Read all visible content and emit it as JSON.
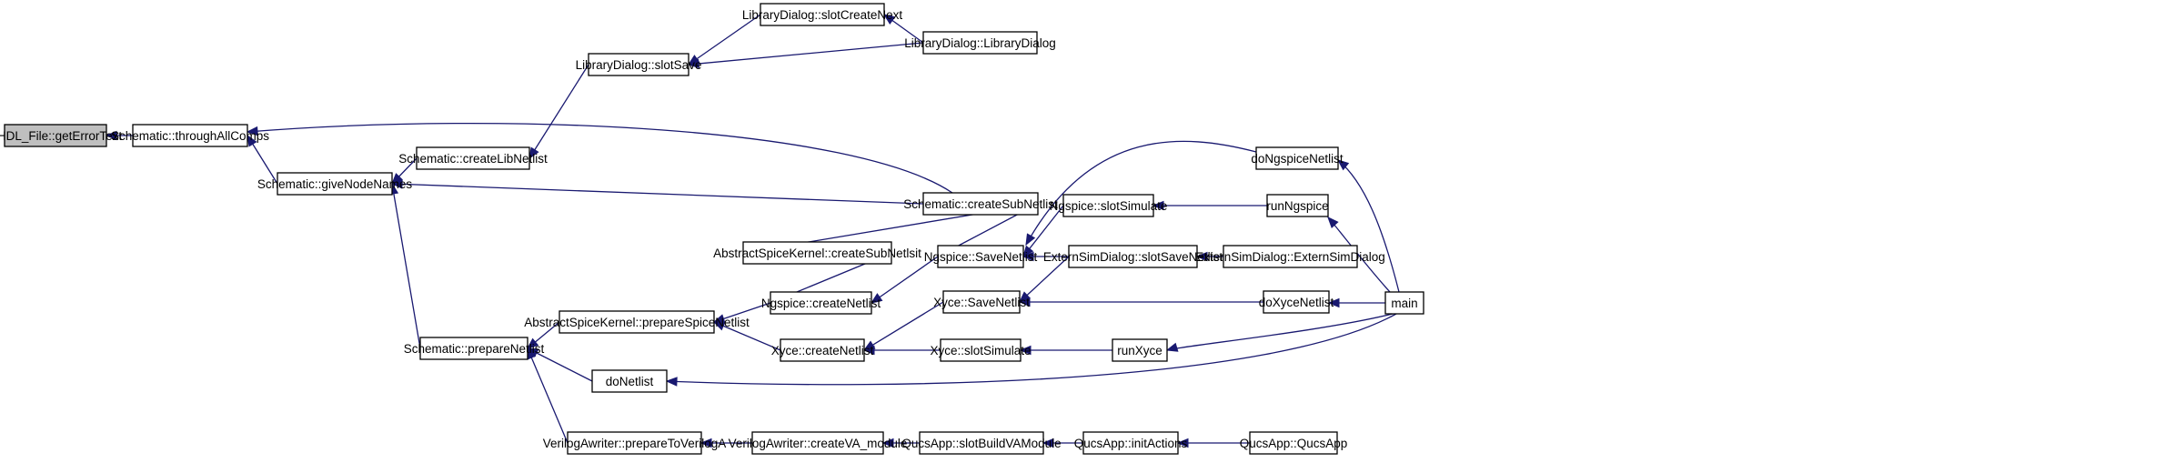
{
  "diagram": {
    "type": "call-graph",
    "colors": {
      "edge": "#191970",
      "focus_fill": "#bfbfbf",
      "node_fill": "#ffffff",
      "border": "#000000"
    },
    "nodes": [
      {
        "id": "vhdl_geterrortext",
        "label": "VHDL_File::getErrorText",
        "focus": true
      },
      {
        "id": "sch_throughallcomps",
        "label": "Schematic::throughAllComps"
      },
      {
        "id": "sch_givenodenames",
        "label": "Schematic::giveNodeNames"
      },
      {
        "id": "sch_createlibnetlist",
        "label": "Schematic::createLibNetlist"
      },
      {
        "id": "libdlg_slotsave",
        "label": "LibraryDialog::slotSave"
      },
      {
        "id": "libdlg_slotcreatenext",
        "label": "LibraryDialog::slotCreateNext"
      },
      {
        "id": "libdlg_librarydialog",
        "label": "LibraryDialog::LibraryDialog"
      },
      {
        "id": "sch_createsubnetlist",
        "label": "Schematic::createSubNetlist"
      },
      {
        "id": "sch_preparenetlist",
        "label": "Schematic::prepareNetlist"
      },
      {
        "id": "ask_createsubnetlsit",
        "label": "AbstractSpiceKernel::createSubNetlsit"
      },
      {
        "id": "ask_preparespicenetlist",
        "label": "AbstractSpiceKernel::prepareSpiceNetlist"
      },
      {
        "id": "ngspice_createnetlist",
        "label": "Ngspice::createNetlist"
      },
      {
        "id": "xyce_createnetlist",
        "label": "Xyce::createNetlist"
      },
      {
        "id": "ngspice_savenetlist",
        "label": "Ngspice::SaveNetlist"
      },
      {
        "id": "xyce_savenetlist",
        "label": "Xyce::SaveNetlist"
      },
      {
        "id": "xyce_slotsimulate",
        "label": "Xyce::slotSimulate"
      },
      {
        "id": "donetlist",
        "label": "doNetlist"
      },
      {
        "id": "vaw_preparetoveriloga",
        "label": "VerilogAwriter::prepareToVerilogA"
      },
      {
        "id": "vaw_createva_module",
        "label": "VerilogAwriter::createVA_module"
      },
      {
        "id": "ngspice_slotsimulate",
        "label": "Ngspice::slotSimulate"
      },
      {
        "id": "extsim_slotsavenetlist",
        "label": "ExternSimDialog::slotSaveNetlist"
      },
      {
        "id": "extsim_externsimdialog",
        "label": "ExternSimDialog::ExternSimDialog"
      },
      {
        "id": "qucsapp_slotbuildvamodule",
        "label": "QucsApp::slotBuildVAModule"
      },
      {
        "id": "qucsapp_initactions",
        "label": "QucsApp::initActions"
      },
      {
        "id": "qucsapp_qucsapp",
        "label": "QucsApp::QucsApp"
      },
      {
        "id": "runxyce",
        "label": "runXyce"
      },
      {
        "id": "doxycenetlist",
        "label": "doXyceNetlist"
      },
      {
        "id": "runngspice",
        "label": "runNgspice"
      },
      {
        "id": "dongspicenetlist",
        "label": "doNgspiceNetlist"
      },
      {
        "id": "main",
        "label": "main"
      }
    ],
    "edges": [
      {
        "from": "sch_throughallcomps",
        "to": "vhdl_geterrortext"
      },
      {
        "from": "sch_givenodenames",
        "to": "sch_throughallcomps"
      },
      {
        "from": "sch_createsubnetlist",
        "to": "sch_throughallcomps"
      },
      {
        "from": "sch_createlibnetlist",
        "to": "sch_givenodenames"
      },
      {
        "from": "sch_createsubnetlist",
        "to": "sch_givenodenames"
      },
      {
        "from": "sch_preparenetlist",
        "to": "sch_givenodenames"
      },
      {
        "from": "libdlg_slotsave",
        "to": "sch_createlibnetlist"
      },
      {
        "from": "libdlg_slotcreatenext",
        "to": "libdlg_slotsave"
      },
      {
        "from": "libdlg_librarydialog",
        "to": "libdlg_slotsave"
      },
      {
        "from": "libdlg_librarydialog",
        "to": "libdlg_slotcreatenext"
      },
      {
        "from": "ask_createsubnetlsit",
        "to": "sch_createsubnetlist"
      },
      {
        "from": "ngspice_savenetlist",
        "to": "sch_createsubnetlist"
      },
      {
        "from": "ask_preparespicenetlist",
        "to": "sch_preparenetlist"
      },
      {
        "from": "donetlist",
        "to": "sch_preparenetlist"
      },
      {
        "from": "vaw_preparetoveriloga",
        "to": "sch_preparenetlist"
      },
      {
        "from": "ngspice_createnetlist",
        "to": "ask_preparespicenetlist"
      },
      {
        "from": "xyce_createnetlist",
        "to": "ask_preparespicenetlist"
      },
      {
        "from": "ngspice_createnetlist",
        "to": "ask_createsubnetlsit"
      },
      {
        "from": "ngspice_savenetlist",
        "to": "ngspice_createnetlist"
      },
      {
        "from": "xyce_savenetlist",
        "to": "xyce_createnetlist"
      },
      {
        "from": "xyce_slotsimulate",
        "to": "xyce_createnetlist"
      },
      {
        "from": "ngspice_slotsimulate",
        "to": "ngspice_savenetlist"
      },
      {
        "from": "extsim_slotsavenetlist",
        "to": "ngspice_savenetlist"
      },
      {
        "from": "dongspicenetlist",
        "to": "ngspice_savenetlist"
      },
      {
        "from": "extsim_slotsavenetlist",
        "to": "xyce_savenetlist"
      },
      {
        "from": "doxycenetlist",
        "to": "xyce_savenetlist"
      },
      {
        "from": "runxyce",
        "to": "xyce_slotsimulate"
      },
      {
        "from": "runngspice",
        "to": "ngspice_slotsimulate"
      },
      {
        "from": "extsim_externsimdialog",
        "to": "extsim_slotsavenetlist"
      },
      {
        "from": "vaw_createva_module",
        "to": "vaw_preparetoveriloga"
      },
      {
        "from": "qucsapp_slotbuildvamodule",
        "to": "vaw_createva_module"
      },
      {
        "from": "qucsapp_initactions",
        "to": "qucsapp_slotbuildvamodule"
      },
      {
        "from": "qucsapp_qucsapp",
        "to": "qucsapp_initactions"
      },
      {
        "from": "main",
        "to": "runxyce"
      },
      {
        "from": "main",
        "to": "doxycenetlist"
      },
      {
        "from": "main",
        "to": "runngspice"
      },
      {
        "from": "main",
        "to": "dongspicenetlist"
      },
      {
        "from": "main",
        "to": "donetlist"
      }
    ]
  }
}
